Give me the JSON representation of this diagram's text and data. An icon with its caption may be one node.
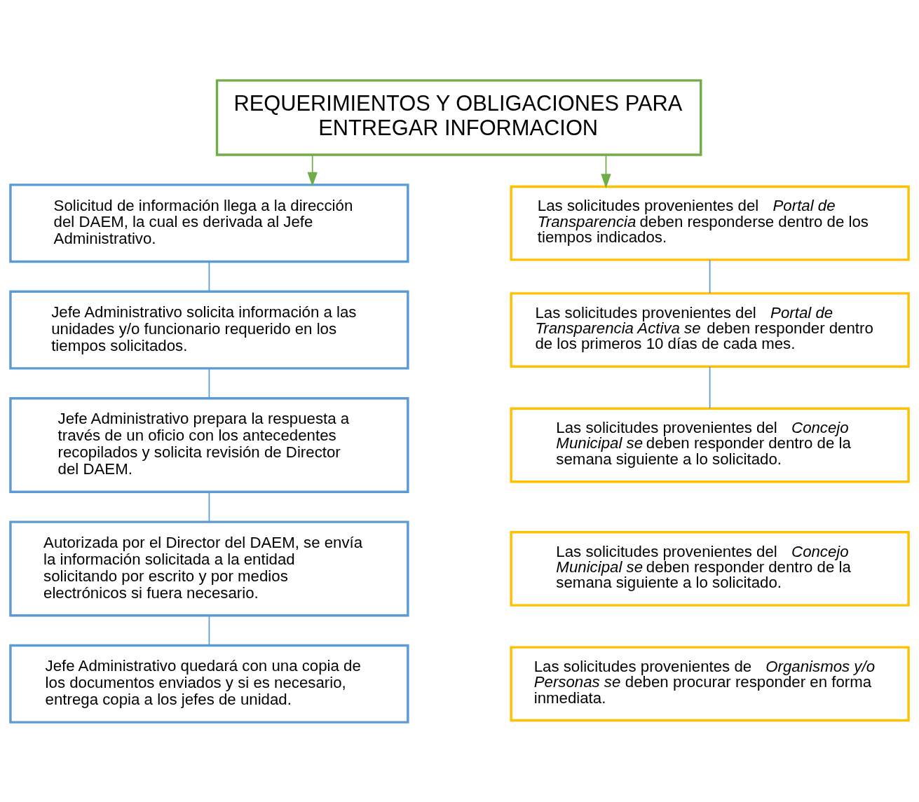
{
  "diagram": {
    "nodes": [
      {
        "text": [
          "REQUERIMIENTOS Y OBLIGACIONES PARA ENTREGAR INFORMACION"
        ]
      },
      {
        "text": [
          "Solicitud de información llega a la dirección del DAEM, la cual es derivada al Jefe Administrativo."
        ]
      },
      {
        "text": [
          "Jefe Administrativo solicita información a las unidades y/o funcionario requerido en los tiempos solicitados."
        ]
      },
      {
        "text": [
          "Jefe Administrativo prepara la respuesta a través de un oficio con los antecedentes recopilados y solicita revisión de Director del DAEM."
        ]
      },
      {
        "text": [
          "Autorizada por el Director del DAEM, se envía la información solicitada a la entidad solicitando por escrito y por medios electrónicos si fuera necesario."
        ]
      },
      {
        "text": [
          "Jefe Administrativo quedará con una copia de los documentos enviados y si es necesario, entrega copia a los jefes de unidad."
        ]
      },
      {
        "text": [
          "Las solicitudes provenientes del *Portal de Transparencia* deben responderse dentro de los tiempos indicados."
        ]
      },
      {
        "text": [
          "Las solicitudes provenientes del *Portal de Transparencia Activa se* deben responder dentro de los primeros 10 días de cada mes."
        ]
      },
      {
        "text": [
          "Las solicitudes provenientes del *Concejo Municipal se* deben responder dentro de la semana siguiente a lo solicitado."
        ]
      },
      {
        "text": [
          "Las solicitudes provenientes del *Concejo Municipal se* deben responder dentro de la semana siguiente a lo solicitado."
        ]
      },
      {
        "text": [
          "Las solicitudes provenientes de *Organismos y/o Personas se* deben procurar responder en forma inmediata."
        ]
      }
    ],
    "edges": [
      {
        "from": 0,
        "to": 1,
        "arrow": "to",
        "color": "#70ad47"
      },
      {
        "from": 0,
        "to": 6,
        "arrow": "to",
        "color": "#70ad47"
      },
      {
        "from": 1,
        "to": 2,
        "arrow": "none"
      },
      {
        "from": 2,
        "to": 3,
        "arrow": "none"
      },
      {
        "from": 3,
        "to": 4,
        "arrow": "none"
      },
      {
        "from": 4,
        "to": 5,
        "arrow": "none"
      },
      {
        "from": 6,
        "to": 7,
        "arrow": "none"
      },
      {
        "from": 7,
        "to": 8,
        "arrow": "none"
      }
    ]
  }
}
